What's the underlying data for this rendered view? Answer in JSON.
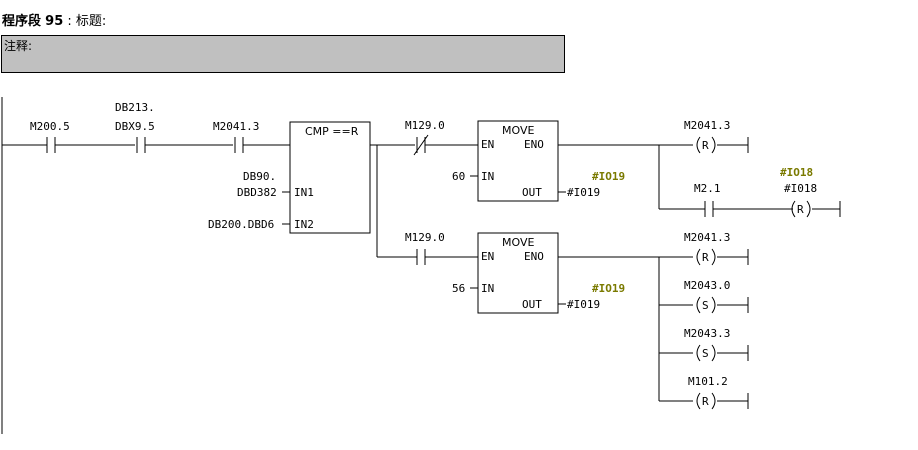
{
  "header": {
    "network_prefix": "程序段",
    "network_no": "95",
    "title_label": ": 标题:"
  },
  "comment": {
    "label": "注释:"
  },
  "contacts": {
    "c1": "M200.5",
    "c2_line1": "DB213.",
    "c2_line2": "DBX9.5",
    "c3": "M2041.3",
    "c4": "M129.0",
    "c5": "M2.1",
    "c6": "M129.0"
  },
  "cmp": {
    "title": "CMP ==R",
    "in1_label": "IN1",
    "in2_label": "IN2",
    "in1_op_line1": "DB90.",
    "in1_op_line2": "DBD382",
    "in2_op": "DB200.DBD6"
  },
  "move1": {
    "title": "MOVE",
    "en": "EN",
    "eno": "ENO",
    "in": "IN",
    "out": "OUT",
    "in_val": "60",
    "out_val": "#I019",
    "out_symbol": "#IO19"
  },
  "move2": {
    "title": "MOVE",
    "en": "EN",
    "eno": "ENO",
    "in": "IN",
    "out": "OUT",
    "in_val": "56",
    "out_val": "#I019",
    "out_symbol": "#IO19"
  },
  "coils": {
    "k1_addr": "M2041.3",
    "k1_type": "R",
    "k2_sym": "#IO18",
    "k2_addr": "#I018",
    "k2_type": "R",
    "k3_addr": "M2041.3",
    "k3_type": "R",
    "k4_addr": "M2043.0",
    "k4_type": "S",
    "k5_addr": "M2043.3",
    "k5_type": "S",
    "k6_addr": "M101.2",
    "k6_type": "R"
  },
  "colors": {
    "symbol_highlight": "#7a7a00",
    "comment_bg": "#c0c0c0"
  }
}
